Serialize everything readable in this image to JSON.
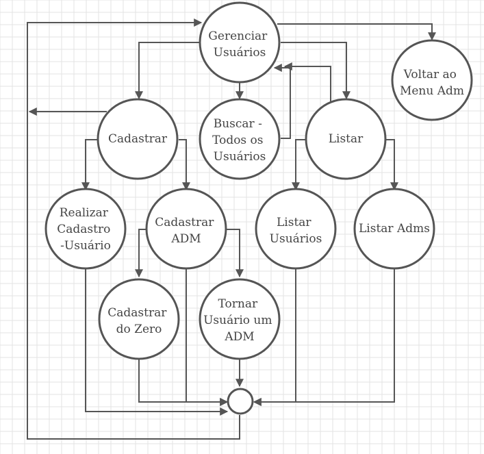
{
  "diagram": {
    "nodes": [
      {
        "id": "gerenciar",
        "lines": [
          "Gerenciar",
          "Usuários"
        ]
      },
      {
        "id": "voltar",
        "lines": [
          "Voltar ao",
          "Menu Adm"
        ]
      },
      {
        "id": "cadastrar",
        "lines": [
          "Cadastrar"
        ]
      },
      {
        "id": "buscar",
        "lines": [
          "Buscar -",
          "Todos os",
          "Usuários"
        ]
      },
      {
        "id": "listar",
        "lines": [
          "Listar"
        ]
      },
      {
        "id": "realizar",
        "lines": [
          "Realizar",
          "Cadastro",
          "-Usuário"
        ]
      },
      {
        "id": "cadastrar-adm",
        "lines": [
          "Cadastrar",
          "ADM"
        ]
      },
      {
        "id": "listar-usuarios",
        "lines": [
          "Listar",
          "Usuários"
        ]
      },
      {
        "id": "listar-adms",
        "lines": [
          "Listar Adms"
        ]
      },
      {
        "id": "cadastrar-zero",
        "lines": [
          "Cadastrar",
          "do Zero"
        ]
      },
      {
        "id": "tornar-adm",
        "lines": [
          "Tornar",
          "Usuário um",
          "ADM"
        ]
      },
      {
        "id": "junction",
        "lines": []
      }
    ],
    "colors": {
      "stroke": "#555555",
      "text": "#444444",
      "grid": "#e3e3e3",
      "background": "#ffffff"
    }
  }
}
